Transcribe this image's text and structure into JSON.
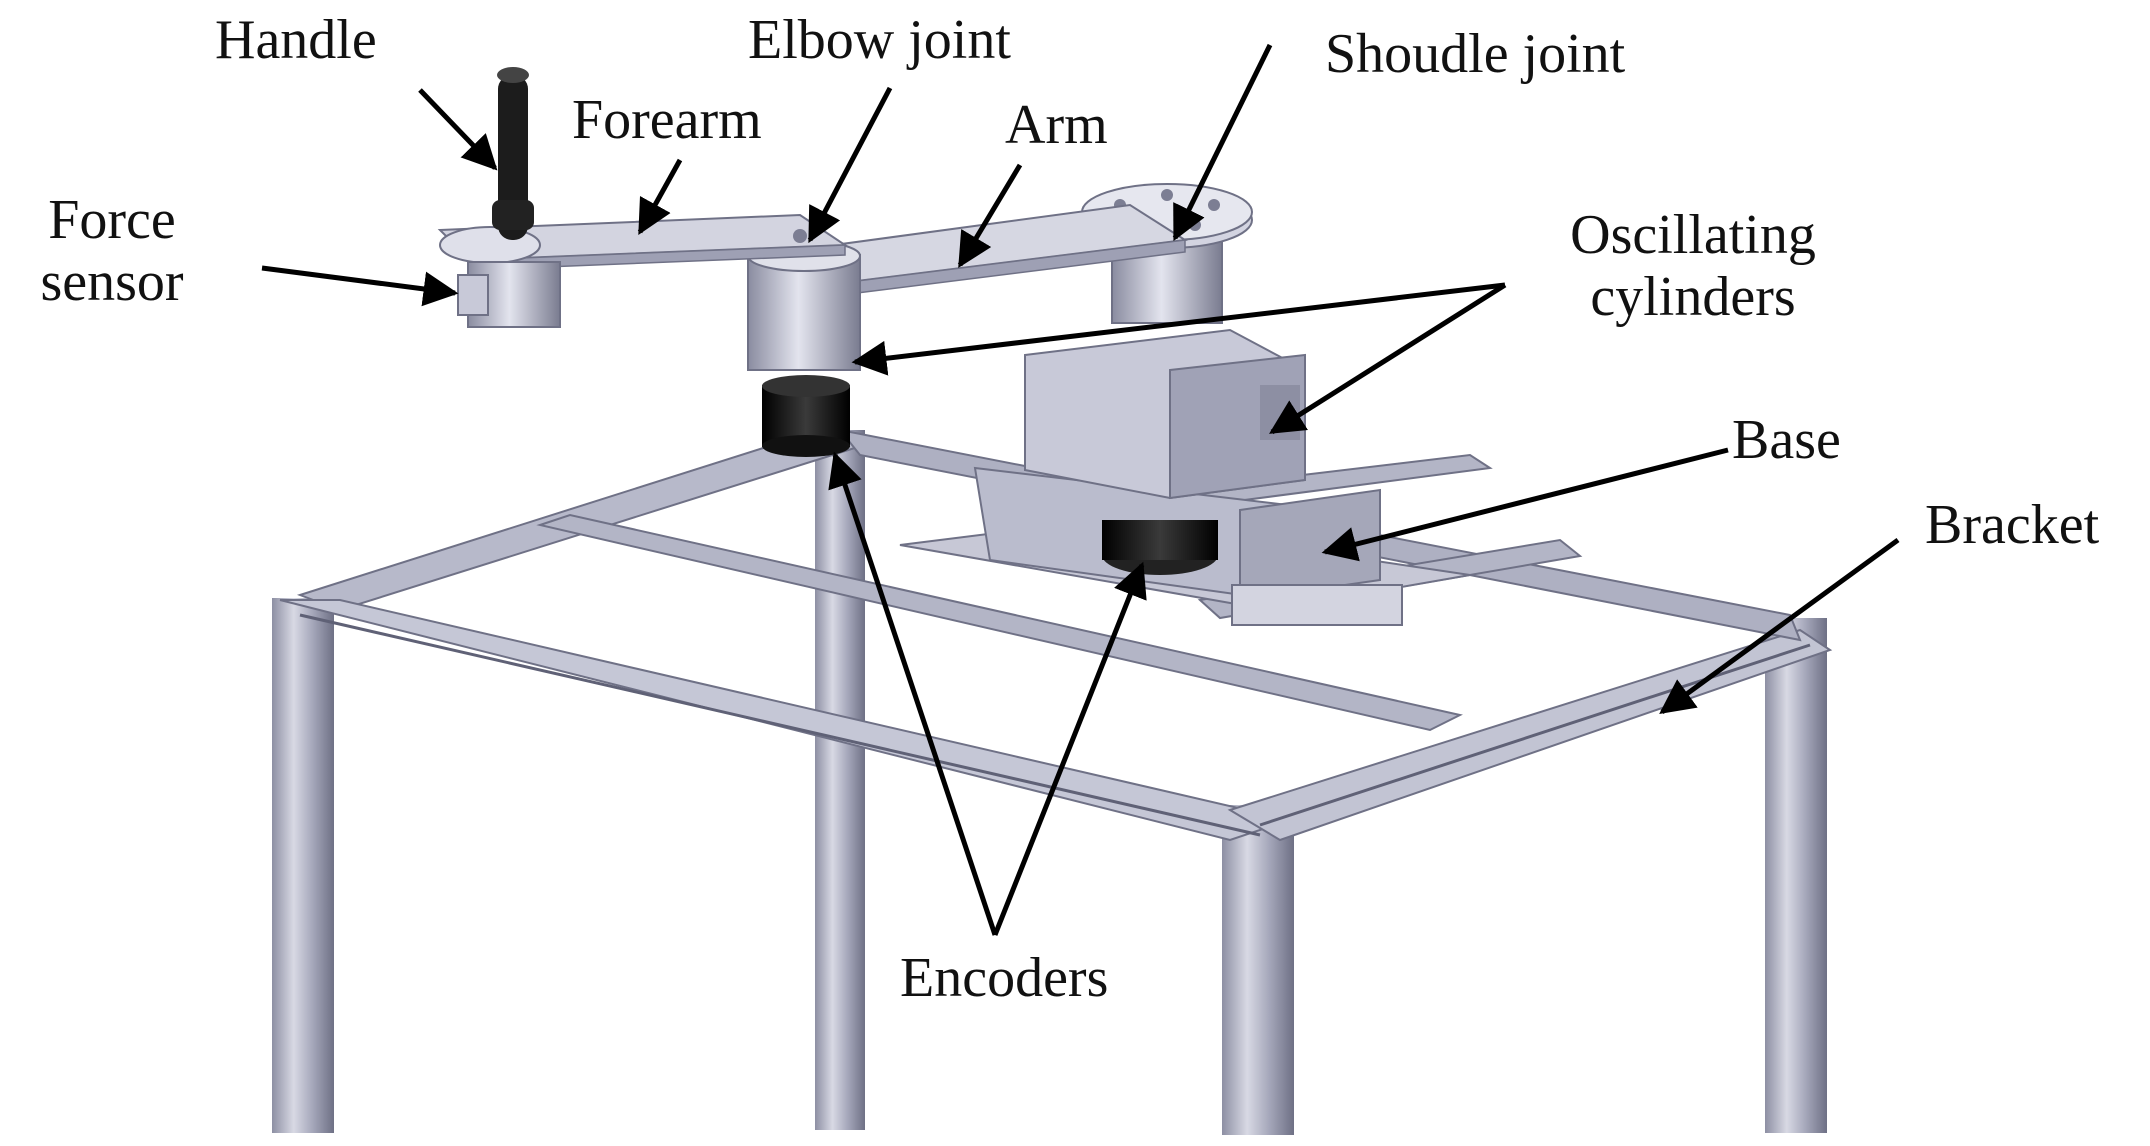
{
  "labels": {
    "handle": "Handle",
    "forearm": "Forearm",
    "elbow_joint": "Elbow joint",
    "arm": "Arm",
    "shoulder_joint": "Shoudle joint",
    "force_sensor_line1": "Force",
    "force_sensor_line2": "sensor",
    "oscillating_line1": "Oscillating",
    "oscillating_line2": "cylinders",
    "base": "Base",
    "bracket": "Bracket",
    "encoders": "Encoders"
  },
  "colors": {
    "frame_light": "#c9cad6",
    "frame_mid": "#a7a9ba",
    "frame_dark": "#6f7186",
    "metal_light": "#d6d7e2",
    "metal_mid": "#b0b2c4",
    "metal_dark": "#7c7e93",
    "encoder_black": "#111111",
    "leader_line": "#000000"
  }
}
